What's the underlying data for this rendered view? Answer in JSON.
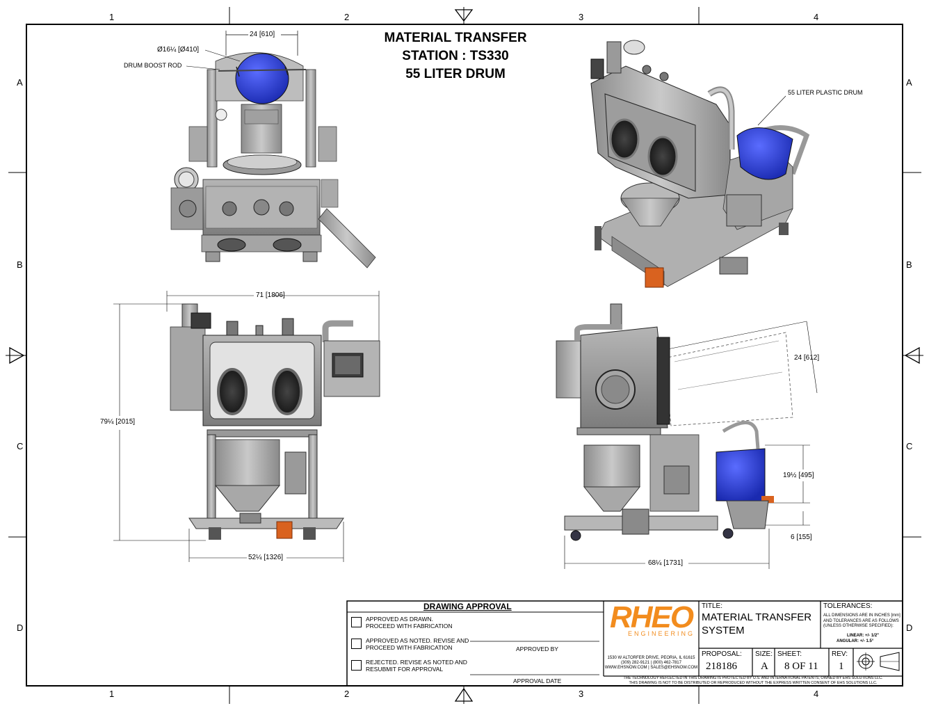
{
  "drawing": {
    "title_lines": [
      "MATERIAL TRANSFER",
      "STATION : TS330",
      "55 LITER DRUM"
    ],
    "zones_top": [
      "1",
      "2",
      "3",
      "4"
    ],
    "zones_side": [
      "A",
      "B",
      "C",
      "D"
    ]
  },
  "annotations": {
    "top_width": "24 [610]",
    "drum_diameter": "Ø16¼ [Ø410]",
    "drum_boost_rod": "DRUM BOOST ROD",
    "plastic_drum": "55 LITER PLASTIC DRUM",
    "front_width_top": "71 [1806]",
    "front_height": "79¼ [2015]",
    "front_width_bottom": "52¼ [1326]",
    "side_tilt": "24 [612]",
    "side_drum_height": "19½ [495]",
    "side_base": "6 [155]",
    "side_width": "68¼ [1731]"
  },
  "approval": {
    "header": "DRAWING APPROVAL",
    "items": [
      [
        "APPROVED AS DRAWN.",
        "PROCEED WITH FABRICATION"
      ],
      [
        "APPROVED AS NOTED. REVISE AND",
        "PROCEED WITH FABRICATION"
      ],
      [
        "REJECTED. REVISE AS NOTED AND",
        "RESUBMIT FOR APPROVAL"
      ]
    ],
    "approved_by": "APPROVED BY",
    "approval_date": "APPROVAL DATE"
  },
  "company": {
    "logo_text": "RHEO",
    "logo_sub": "ENGINEERING",
    "address": "1530 W ALTORFER DRIVE, PEORIA, IL 61615",
    "phones": "(309) 282-9121 | (800) 462-7817",
    "web": "WWW.EHSNOW.COM | SALES@EHSNOW.COM",
    "colors": {
      "logo_orange": "#f28c1e",
      "drum_blue": "#2c3fd0",
      "handle_orange": "#d9621f"
    }
  },
  "title_block": {
    "title_label": "TITLE:",
    "title_lines": [
      "MATERIAL TRANSFER",
      "SYSTEM"
    ],
    "tolerances_label": "TOLERANCES:",
    "tolerance_notes": [
      "ALL DIMENSIONS ARE IN INCHES [mm]",
      "AND TOLERANCES ARE AS FOLLOWS",
      "(UNLESS OTHERWISE SPECIFIED):"
    ],
    "linear": "LINEAR: +/- 1/2\"",
    "angular": "ANGULAR: +/- 1.5°",
    "proposal_label": "PROPOSAL:",
    "proposal": "218186",
    "size_label": "SIZE:",
    "size": "A",
    "sheet_label": "SHEET:",
    "sheet": "8 OF 11",
    "rev_label": "REV:",
    "rev": "1",
    "legal": [
      "THE TECHNOLOGY REFLECTED IN THIS DRAWING IS PROTECTED BY U.S. AND INTERNATIONAL PATENTS, OWNED BY EHS SOLUTIONS LLC.",
      "THIS DRAWING IS NOT TO BE DISTRIBUTED OR REPRODUCED WITHOUT THE EXPRESS WRITTEN CONSENT OF EHS SOLUTIONS LLC."
    ]
  }
}
